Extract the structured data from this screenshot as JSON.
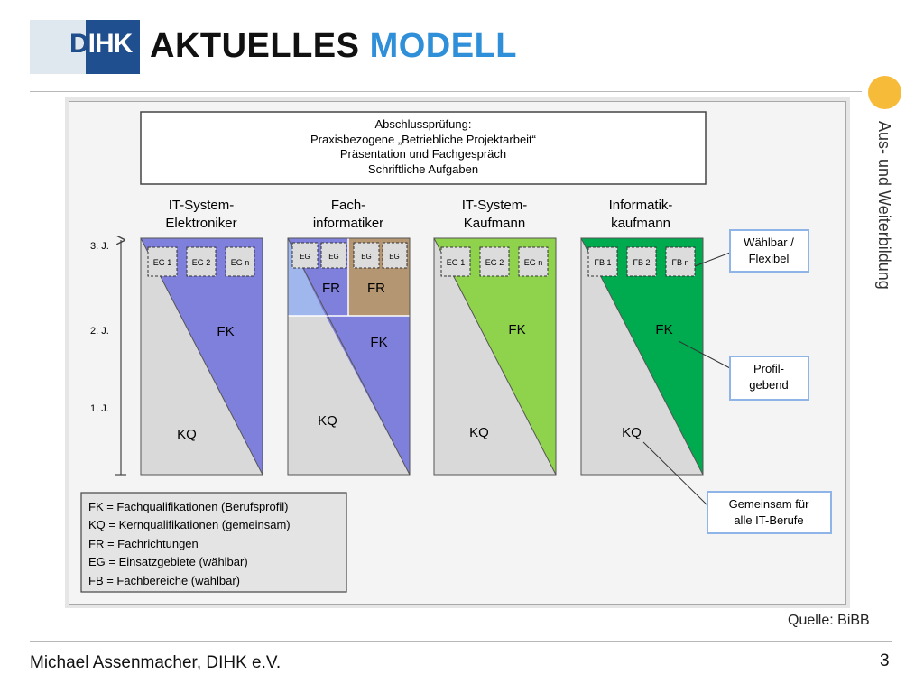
{
  "logo": {
    "text_d": "D",
    "text_rest": "IHK"
  },
  "title": {
    "part1": "AKTUELLES",
    "part2": "MODELL"
  },
  "side_text": "Aus- und Weiterbildung",
  "exam_box": {
    "lines": [
      "Abschlussprüfung:",
      "Praxisbezogene „Betriebliche Projektarbeit“",
      "Präsentation und Fachgespräch",
      "Schriftliche Aufgaben"
    ]
  },
  "years": [
    "3. J.",
    "2. J.",
    "1. J."
  ],
  "columns": [
    {
      "title": [
        "IT-System-",
        "Elektroniker"
      ],
      "color": "#7f7fdc",
      "boxes": [
        "EG 1",
        "EG 2",
        "EG n"
      ],
      "fk": "FK",
      "kq": "KQ"
    },
    {
      "title": [
        "Fach-",
        "informatiker"
      ],
      "color": "#7f7fdc",
      "color_left": "#9fb7ec",
      "color_right": "#b59672",
      "boxes_left": [
        "EG",
        "EG"
      ],
      "boxes_right": [
        "EG",
        "EG"
      ],
      "fr_left": "FR",
      "fr_right": "FR",
      "fk": "FK",
      "kq": "KQ"
    },
    {
      "title": [
        "IT-System-",
        "Kaufmann"
      ],
      "color": "#8fd24c",
      "boxes": [
        "EG 1",
        "EG 2",
        "EG n"
      ],
      "fk": "FK",
      "kq": "KQ"
    },
    {
      "title": [
        "Informatik-",
        "kaufmann"
      ],
      "color": "#00aa4f",
      "boxes": [
        "FB 1",
        "FB 2",
        "FB n"
      ],
      "fk": "FK",
      "kq": "KQ"
    }
  ],
  "callouts": [
    {
      "lines": [
        "Wählbar /",
        "Flexibel"
      ]
    },
    {
      "lines": [
        "Profil-",
        "gebend"
      ]
    },
    {
      "lines": [
        "Gemeinsam für",
        "alle IT-Berufe"
      ]
    }
  ],
  "legend": [
    "FK = Fachqualifikationen (Berufsprofil)",
    "KQ = Kernqualifikationen (gemeinsam)",
    "FR = Fachrichtungen",
    "EG = Einsatzgebiete (wählbar)",
    "FB = Fachbereiche (wählbar)"
  ],
  "source": "Quelle: BiBB",
  "author": "Michael Assenmacher, DIHK e.V.",
  "page_number": "3",
  "colors": {
    "title_accent": "#2f8fd8",
    "logo_blue": "#1f4f8f",
    "orange": "#f7bb3a",
    "kq_gray": "#d9d9d9",
    "callout_border": "#8fb4e8"
  }
}
